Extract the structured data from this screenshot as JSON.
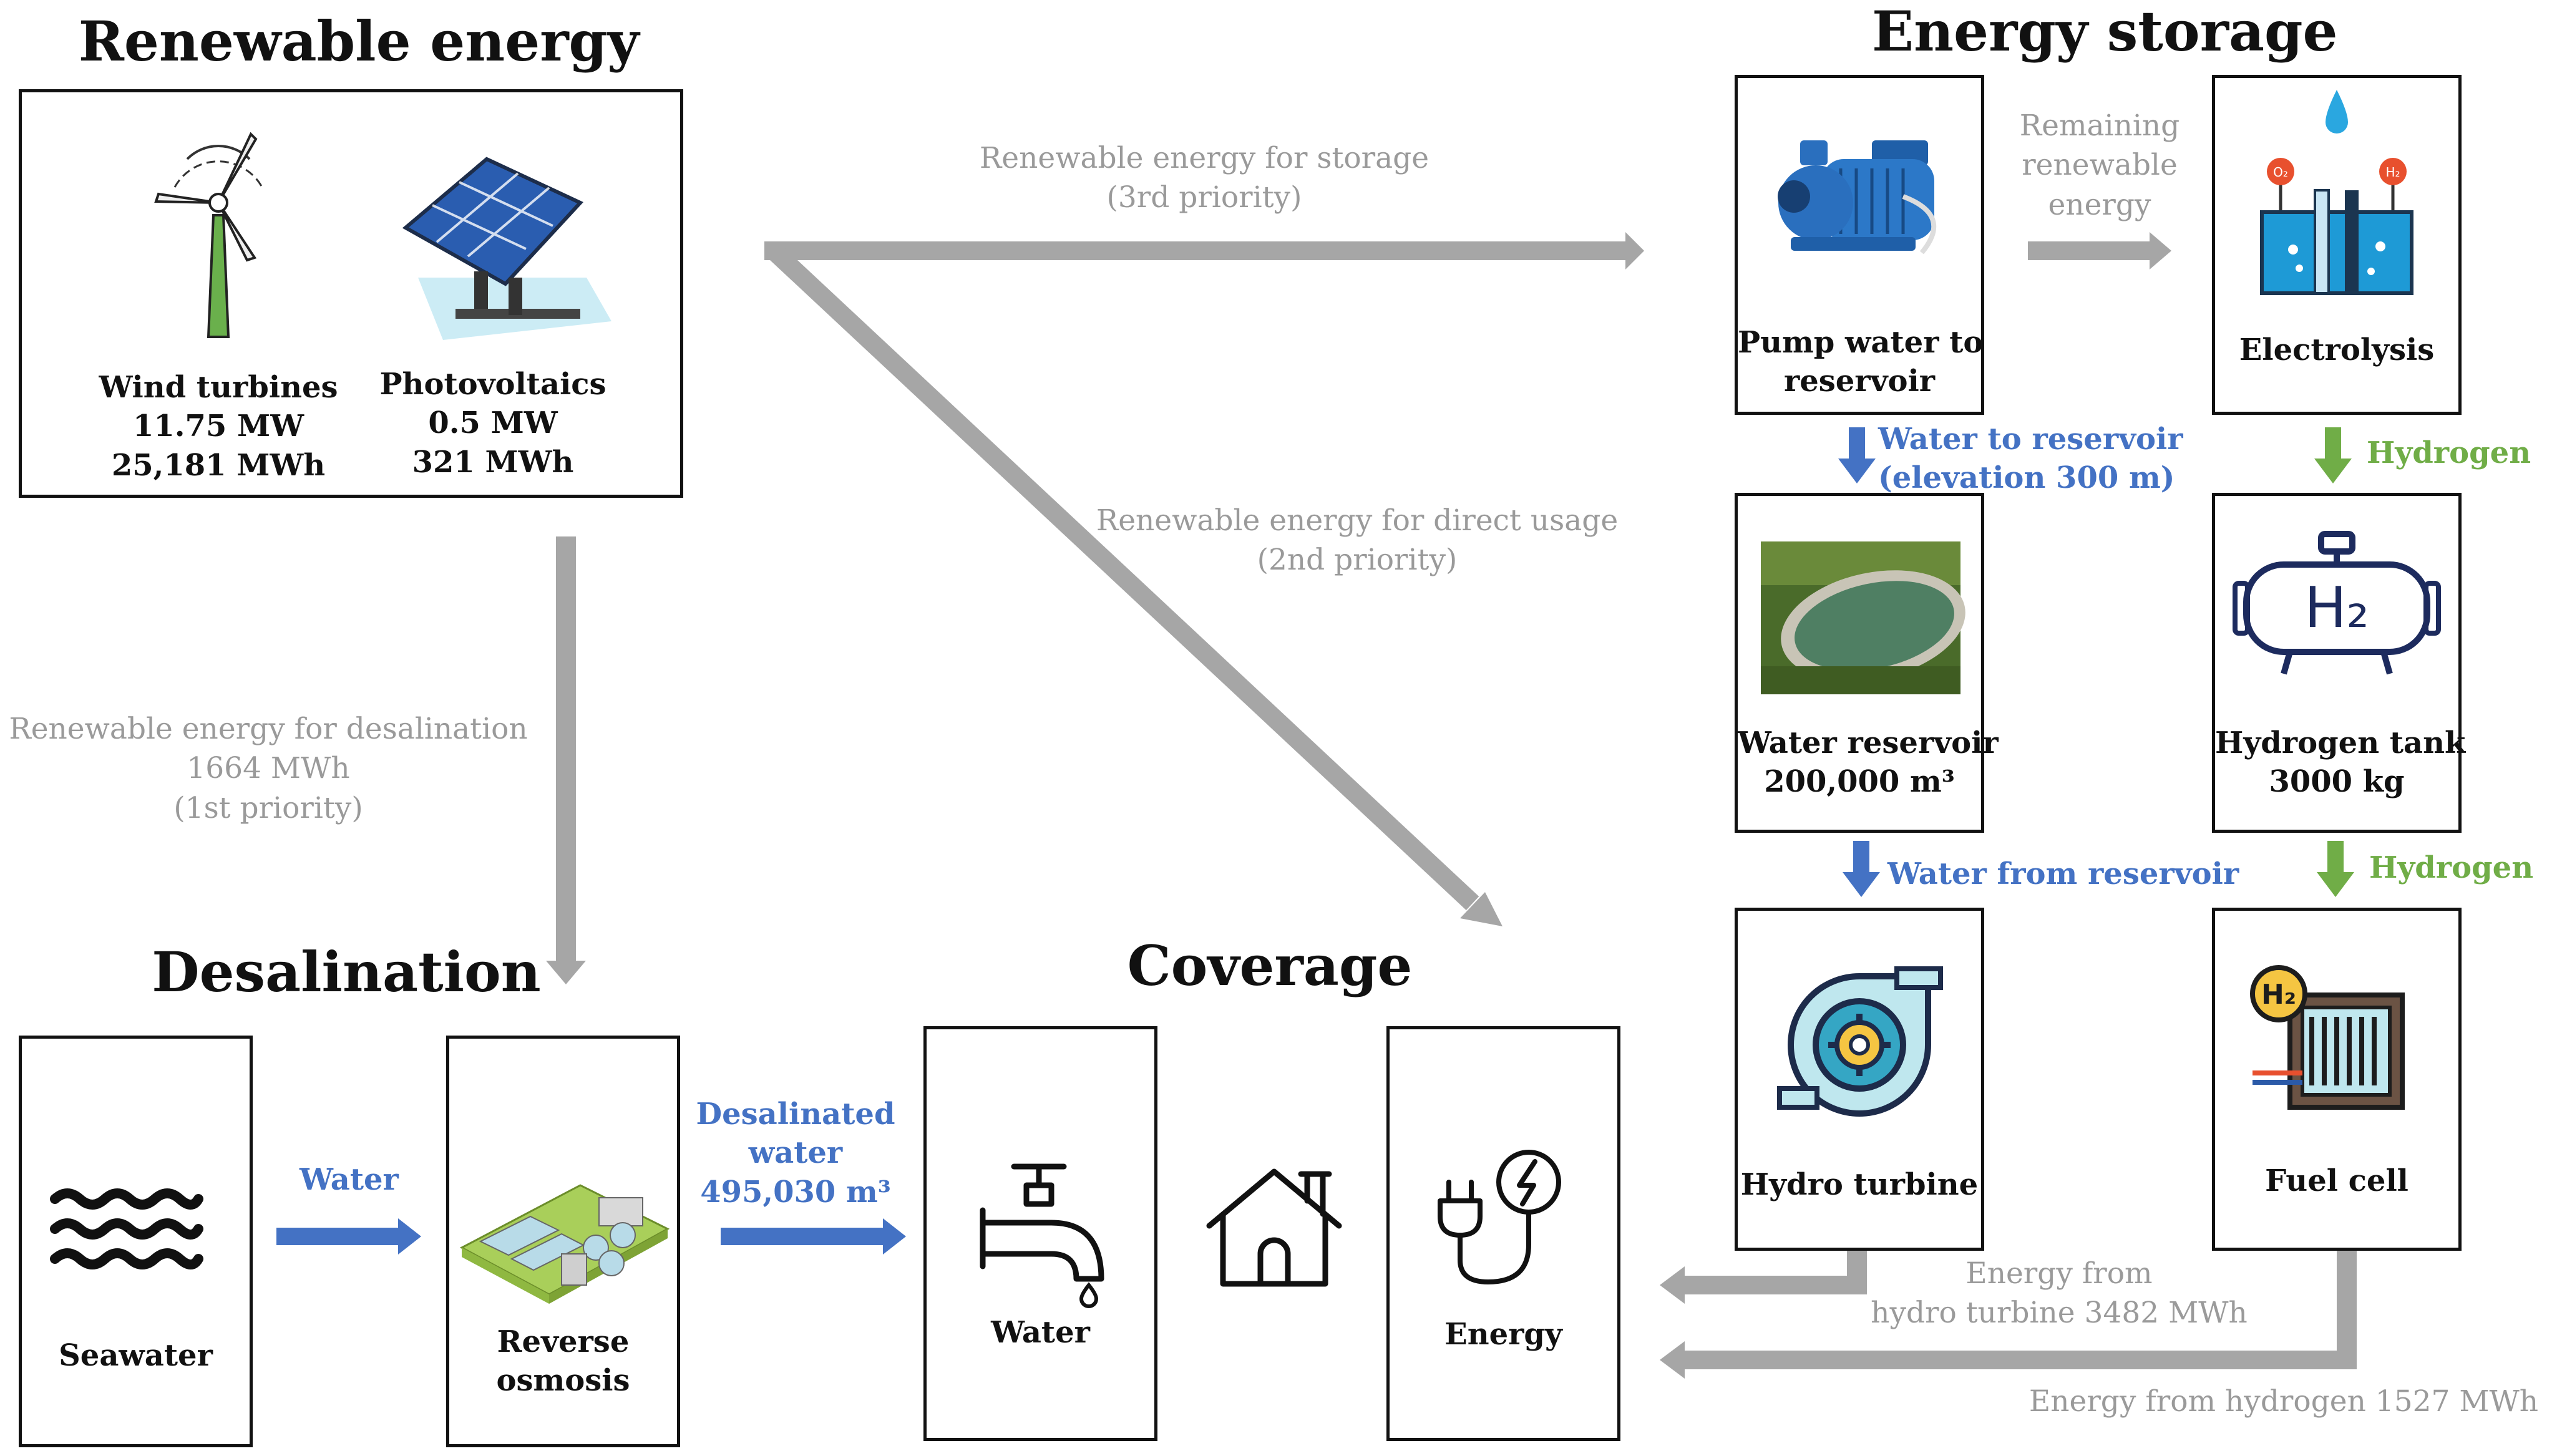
{
  "headings": {
    "renewable": "Renewable energy",
    "storage": "Energy storage",
    "desalination": "Desalination",
    "coverage": "Coverage"
  },
  "renewable": {
    "wind": {
      "name": "Wind turbines",
      "power": "11.75 MW",
      "energy": "25,181 MWh"
    },
    "pv": {
      "name": "Photovoltaics",
      "power": "0.5 MW",
      "energy": "321 MWh"
    }
  },
  "flows": {
    "storage": {
      "line1": "Renewable energy for storage",
      "line2": "(3rd priority)"
    },
    "direct": {
      "line1": "Renewable energy for direct usage",
      "line2": "(2nd priority)"
    },
    "desal": {
      "line1": "Renewable energy for desalination",
      "line2": "1664  MWh",
      "line3": "(1st priority)"
    },
    "remaining": {
      "line1": "Remaining",
      "line2": "renewable",
      "line3": "energy"
    },
    "water_to_reservoir": {
      "line1": "Water to reservoir",
      "line2": "(elevation 300 m)"
    },
    "water_from_reservoir": "Water from reservoir",
    "hydrogen_1": "Hydrogen",
    "hydrogen_2": "Hydrogen",
    "water": "Water",
    "desalinated": {
      "line1": "Desalinated",
      "line2": "water",
      "line3": "495,030 m³"
    },
    "energy_hydro": {
      "line1": "Energy from",
      "line2": "hydro turbine 3482 MWh"
    },
    "energy_hydrogen": "Energy from hydrogen 1527 MWh"
  },
  "storage": {
    "pump": {
      "line1": "Pump water to",
      "line2": "reservoir"
    },
    "electrolysis": "Electrolysis",
    "reservoir": {
      "line1": "Water reservoir",
      "line2": "200,000 m³"
    },
    "tank": {
      "line1": "Hydrogen tank",
      "line2": "3000 kg"
    },
    "hydro_turbine": "Hydro turbine",
    "fuel_cell": "Fuel cell"
  },
  "desalination": {
    "seawater": "Seawater",
    "ro": {
      "line1": "Reverse",
      "line2": "osmosis"
    }
  },
  "coverage": {
    "water": "Water",
    "energy": "Energy"
  },
  "icon_text": {
    "h2": "H₂",
    "o2": "O₂",
    "h2_small": "H₂"
  },
  "colors": {
    "gray_arrow": "#a6a6a6",
    "blue_arrow": "#4472c4",
    "green_arrow": "#70ad47",
    "blue_text": "#4472c4",
    "green_text": "#70ad47",
    "gray_text": "#9a9a9a"
  }
}
